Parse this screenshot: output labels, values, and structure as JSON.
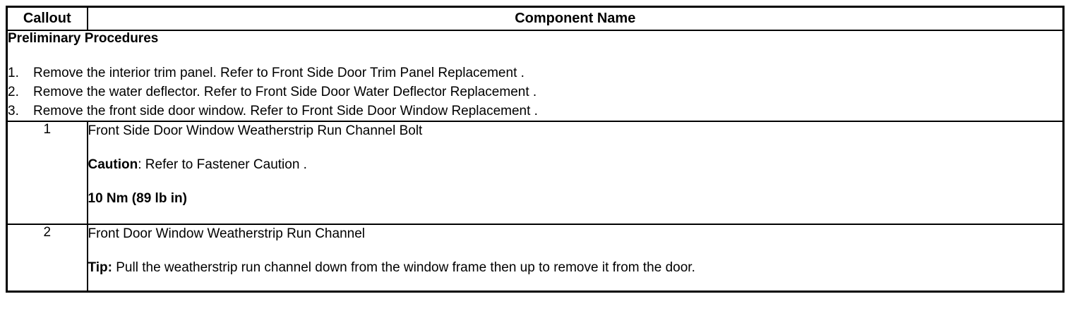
{
  "table": {
    "headers": {
      "callout": "Callout",
      "component_name": "Component Name"
    },
    "preliminary": {
      "title": "Preliminary Procedures",
      "steps": [
        {
          "num": "1.",
          "text": "Remove the interior trim panel. Refer to Front Side Door Trim Panel Replacement ."
        },
        {
          "num": "2.",
          "text": "Remove the water deflector. Refer to Front Side Door Water Deflector Replacement ."
        },
        {
          "num": "3.",
          "text": "Remove the front side door window. Refer to Front Side Door Window Replacement ."
        }
      ]
    },
    "rows": [
      {
        "callout": "1",
        "name": "Front Side Door Window Weatherstrip Run Channel Bolt",
        "note_label": "Caution",
        "note_separator": ": ",
        "note_text": "Refer to Fastener Caution .",
        "torque": "10 Nm (89 lb in)"
      },
      {
        "callout": "2",
        "name": "Front Door Window Weatherstrip Run Channel",
        "tip_label": "Tip:",
        "tip_text": " Pull the weatherstrip run channel down from the window frame then up to remove it from the door."
      }
    ]
  },
  "colors": {
    "border": "#000000",
    "text": "#000000",
    "background": "#ffffff"
  }
}
